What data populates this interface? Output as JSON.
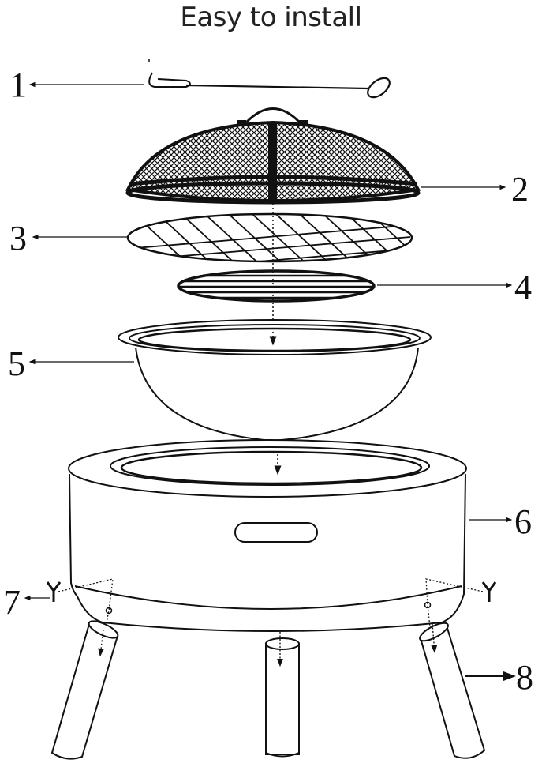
{
  "title": "Easy to install",
  "colors": {
    "line": "#111111",
    "background": "#ffffff",
    "title": "#222222"
  },
  "callouts": [
    {
      "number": "1",
      "part": "poker",
      "side": "left"
    },
    {
      "number": "2",
      "part": "mesh-spark-screen-lid",
      "side": "right"
    },
    {
      "number": "3",
      "part": "cooking-grill-grate",
      "side": "left"
    },
    {
      "number": "4",
      "part": "charcoal-grate",
      "side": "right"
    },
    {
      "number": "5",
      "part": "fire-bowl",
      "side": "left"
    },
    {
      "number": "6",
      "part": "outer-body-ring",
      "side": "right"
    },
    {
      "number": "7",
      "part": "wing-bolt",
      "side": "left"
    },
    {
      "number": "8",
      "part": "legs",
      "side": "right"
    }
  ]
}
